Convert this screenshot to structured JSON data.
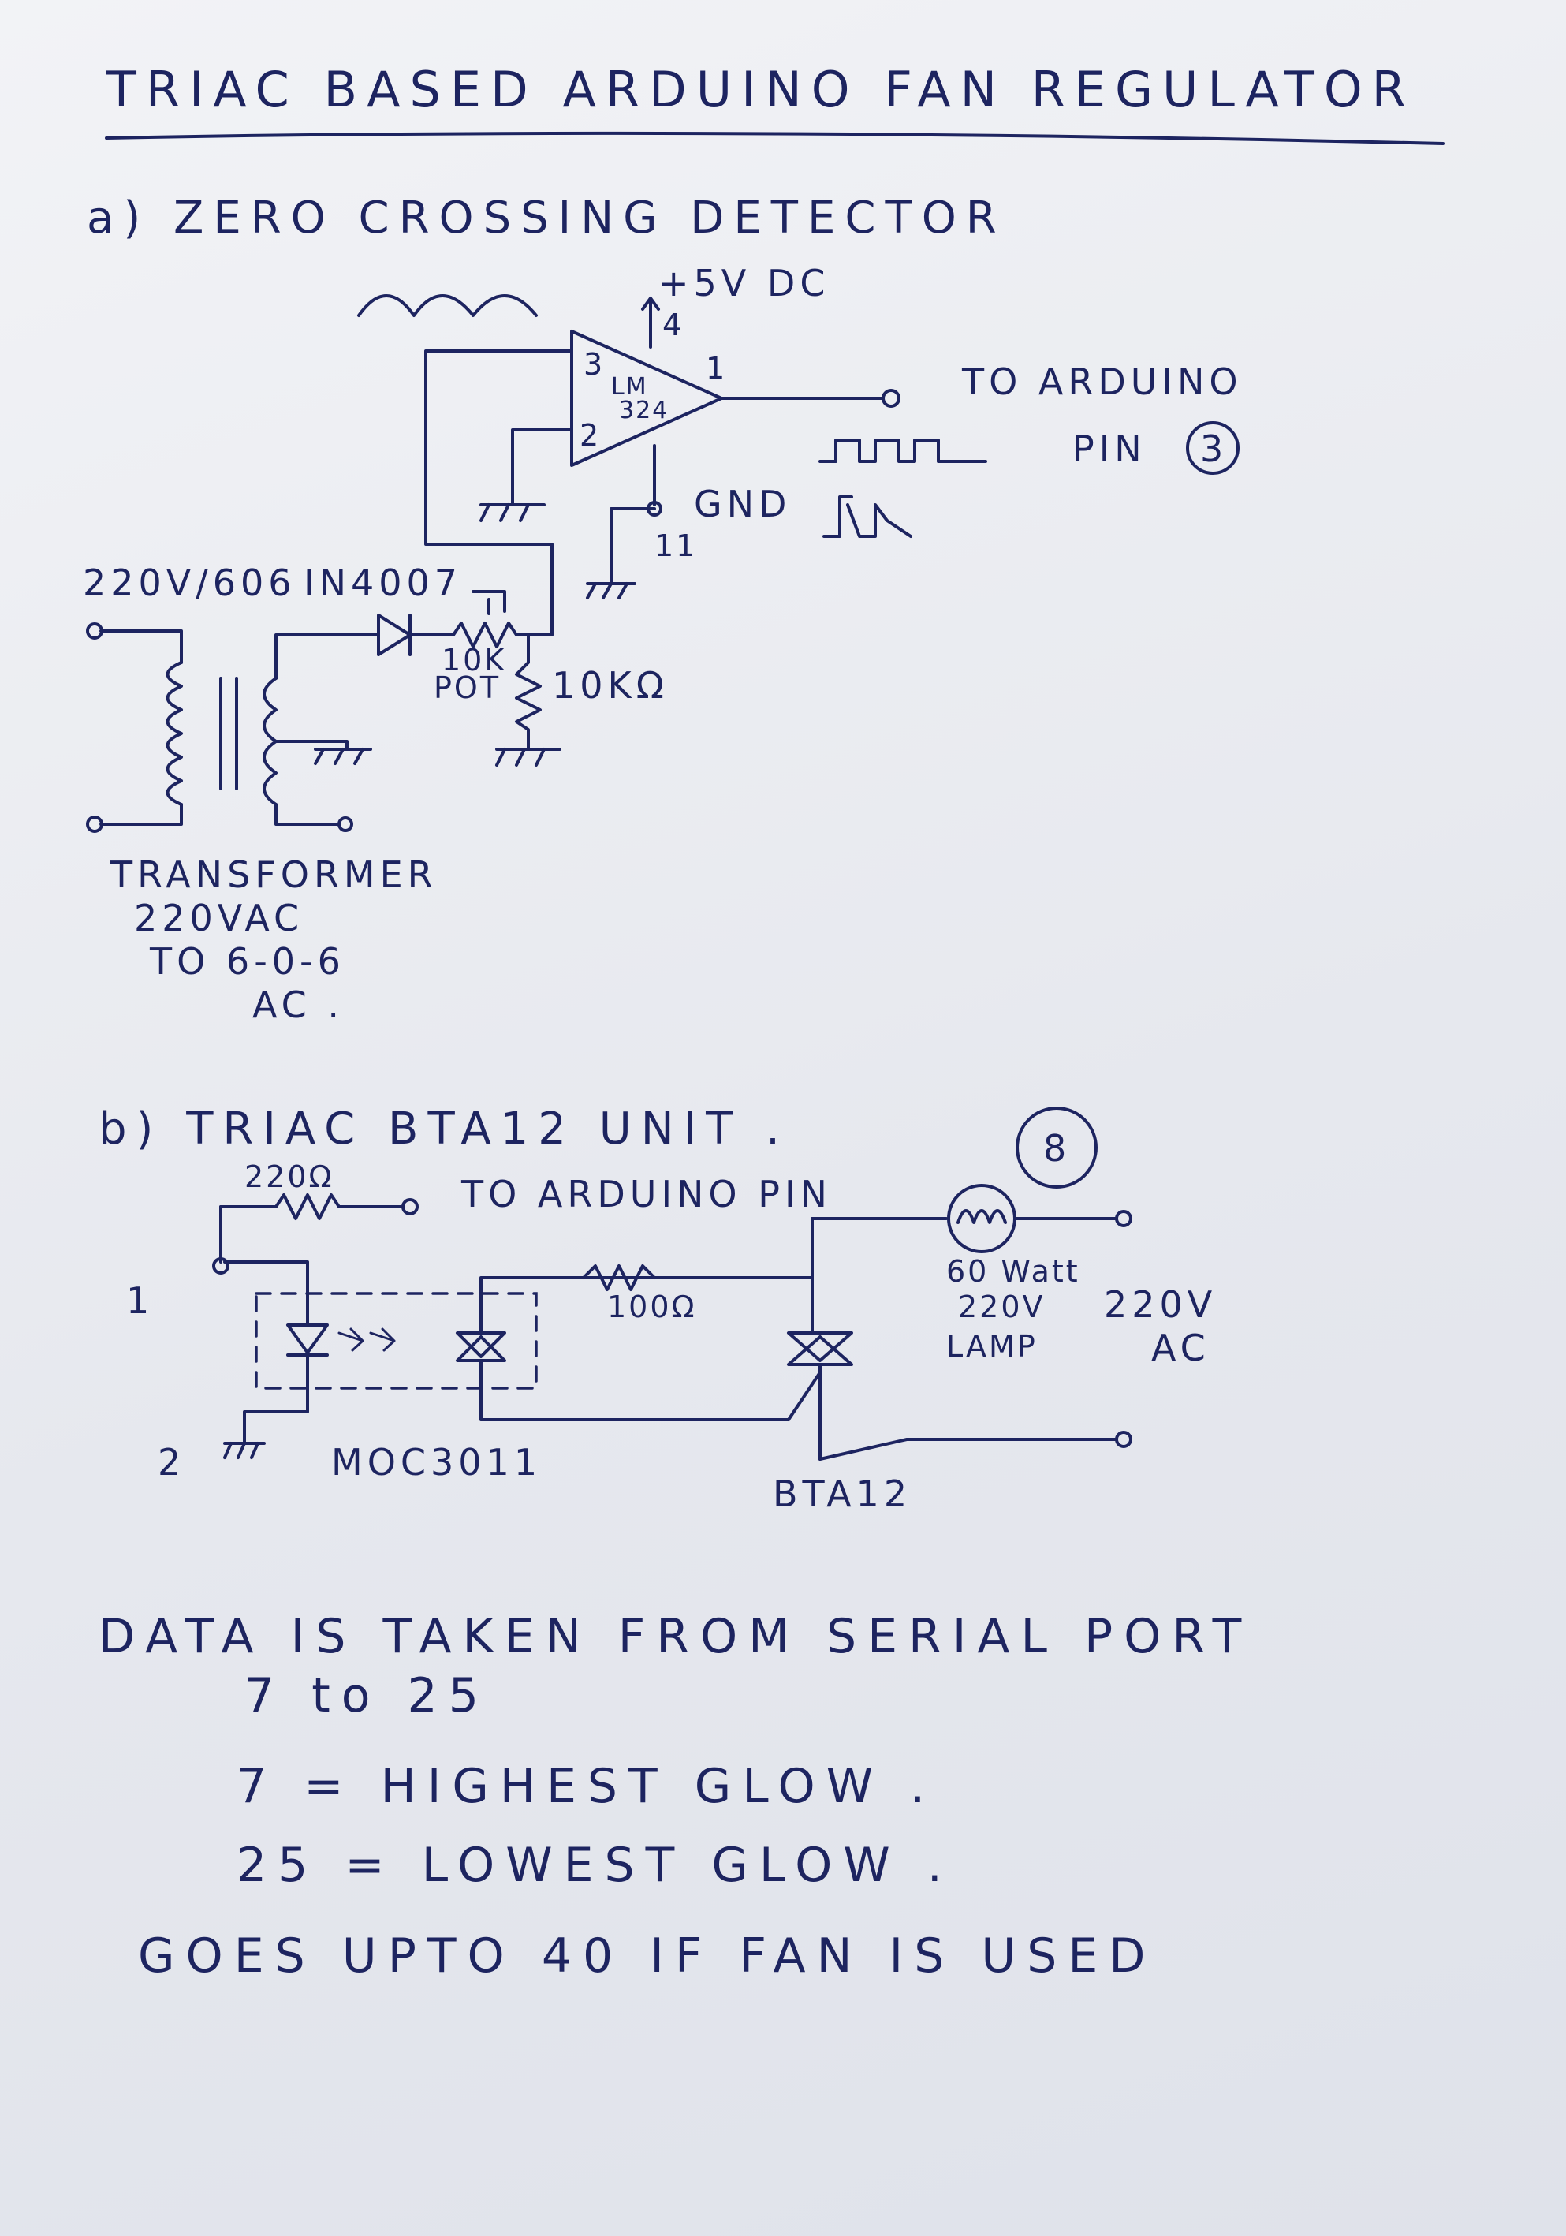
{
  "title": "TRIAC BASED ARDUINO FAN REGULATOR",
  "section_a": {
    "heading": "a) ZERO CROSSING DETECTOR",
    "supply": "+5V DC",
    "pin4": "4",
    "pin3": "3",
    "pin2": "2",
    "pin1": "1",
    "pin11": "11",
    "ic_line1": "LM",
    "ic_line2": "324",
    "gnd": "GND",
    "to_arduino": "TO ARDUINO",
    "pin_label": "PIN",
    "pin_number": "3",
    "source": "220V/606",
    "diode": "IN4007",
    "pot_line1": "10K",
    "pot_line2": "POT",
    "resistor": "10KΩ",
    "transformer_caption": [
      "TRANSFORMER",
      "220VAC",
      "TO 6-0-6",
      "AC ."
    ]
  },
  "section_b": {
    "heading": "b) TRIAC BTA12 UNIT .",
    "r1": "220Ω",
    "to_arduino": "TO ARDUINO PIN",
    "pin_number": "8",
    "pin1": "1",
    "pin2": "2",
    "r2": "100Ω",
    "opto": "MOC3011",
    "triac": "BTA12",
    "lamp": [
      "60 Watt",
      "220V",
      "LAMP"
    ],
    "ac": [
      "220V",
      "AC"
    ]
  },
  "notes": [
    "DATA IS TAKEN FROM SERIAL PORT",
    "7 to 25",
    "7 = HIGHEST GLOW .",
    "25 = LOWEST GLOW .",
    "GOES UPTO 40 IF FAN IS USED"
  ],
  "colors": {
    "ink": "#1d2460",
    "paper": "#f0f1f5"
  }
}
